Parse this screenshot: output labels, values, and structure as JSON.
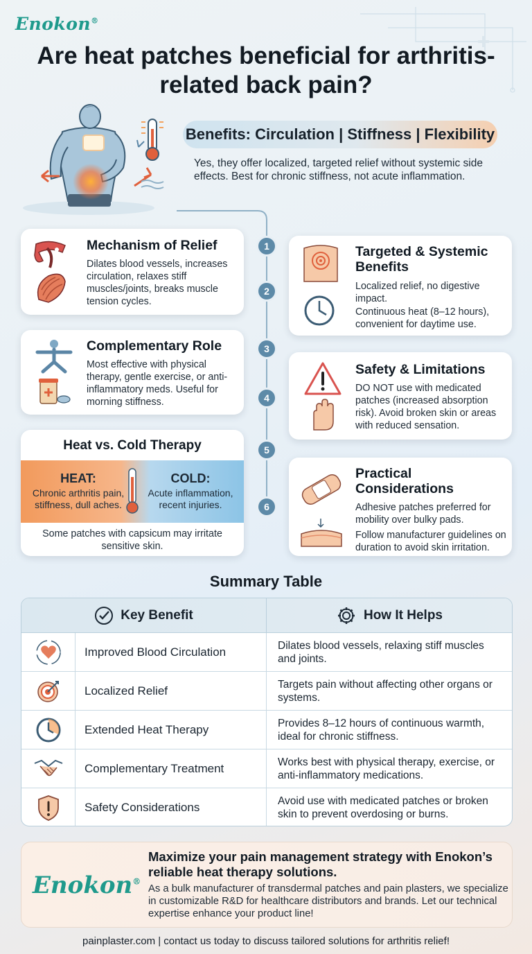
{
  "brand": {
    "name": "Enokon",
    "mark": "®"
  },
  "title": "Are heat patches beneficial for arthritis-related back pain?",
  "benefits_pill": "Benefits: Circulation | Stiffness | Flexibility",
  "intro": "Yes, they offer localized, targeted relief without systemic side effects. Best for chronic stiffness, not acute inflammation.",
  "cards": {
    "mechanism": {
      "num": "1",
      "title": "Mechanism of Relief",
      "text": "Dilates blood vessels, increases circulation, relaxes stiff muscles/joints, breaks muscle tension cycles."
    },
    "targeted": {
      "num": "2",
      "title": "Targeted & Systemic Benefits",
      "text1": "Localized relief, no digestive impact.",
      "text2": "Continuous heat (8–12 hours), convenient for daytime use."
    },
    "complementary": {
      "num": "3",
      "title": "Complementary Role",
      "text": "Most effective with physical therapy, gentle exercise, or anti-inflammatory meds. Useful for morning stiffness."
    },
    "safety": {
      "num": "4",
      "title": "Safety & Limitations",
      "text": "DO NOT use with medicated patches (increased absorption risk). Avoid broken skin or areas with reduced sensation."
    },
    "heat_cold": {
      "num": "5",
      "title": "Heat vs. Cold Therapy",
      "heat_label": "HEAT:",
      "heat_text": "Chronic arthritis pain, stiffness, dull aches.",
      "cold_label": "COLD:",
      "cold_text": "Acute inflammation, recent injuries.",
      "note": "Some patches with capsicum may irritate sensitive skin."
    },
    "practical": {
      "num": "6",
      "title": "Practical Considerations",
      "text1": "Adhesive patches preferred for mobility over bulky pads.",
      "text2": "Follow manufacturer guidelines on duration to avoid skin irritation."
    }
  },
  "summary": {
    "title": "Summary Table",
    "col1": "Key Benefit",
    "col2": "How It Helps",
    "rows": [
      {
        "icon": "heart-circulation-icon",
        "benefit": "Improved Blood Circulation",
        "how": "Dilates blood vessels, relaxing stiff muscles and joints."
      },
      {
        "icon": "target-icon",
        "benefit": "Localized Relief",
        "how": "Targets pain without affecting other organs or systems."
      },
      {
        "icon": "clock-icon",
        "benefit": "Extended Heat Therapy",
        "how": "Provides 8–12 hours of continuous warmth, ideal for chronic stiffness."
      },
      {
        "icon": "handshake-icon",
        "benefit": "Complementary Treatment",
        "how": "Works best with physical therapy, exercise, or anti-inflammatory medications."
      },
      {
        "icon": "shield-alert-icon",
        "benefit": "Safety Considerations",
        "how": "Avoid use with medicated patches or broken skin to prevent overdosing or burns."
      }
    ]
  },
  "cta": {
    "headline": "Maximize your pain management strategy with Enokon’s reliable heat therapy solutions.",
    "body": "As a bulk manufacturer of transdermal patches and pain plasters, we specialize in customizable R&D for healthcare distributors and brands. Let our technical expertise enhance your product line!"
  },
  "footer": "painplaster.com  | contact us today to discuss tailored solutions for arthritis relief!",
  "colors": {
    "brand_teal": "#1f9a8c",
    "heat_orange": "#f29a5c",
    "cold_blue": "#8cc4e6",
    "step_blue": "#5d8aa8"
  }
}
